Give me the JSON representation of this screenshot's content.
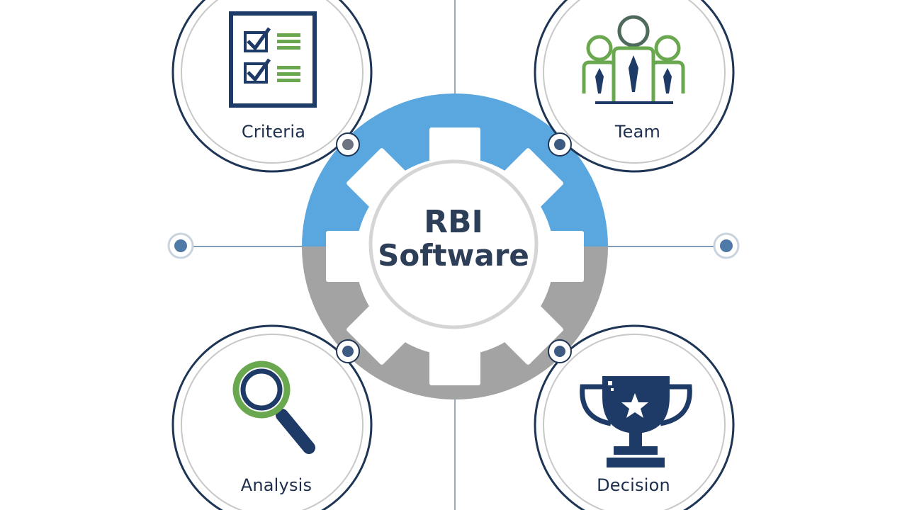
{
  "center": {
    "line1": "RBI",
    "line2": "Software"
  },
  "nodes": {
    "criteria": {
      "label": "Criteria",
      "icon": "checklist-icon"
    },
    "team": {
      "label": "Team",
      "icon": "team-icon"
    },
    "analysis": {
      "label": "Analysis",
      "icon": "magnifying-glass-icon"
    },
    "decision": {
      "label": "Decision",
      "icon": "trophy-icon"
    }
  },
  "colors": {
    "navy": "#1e3a66",
    "blue": "#5aa7e0",
    "gray": "#a3a3a3",
    "green": "#6aa84f",
    "line": "#8aa0b8"
  }
}
